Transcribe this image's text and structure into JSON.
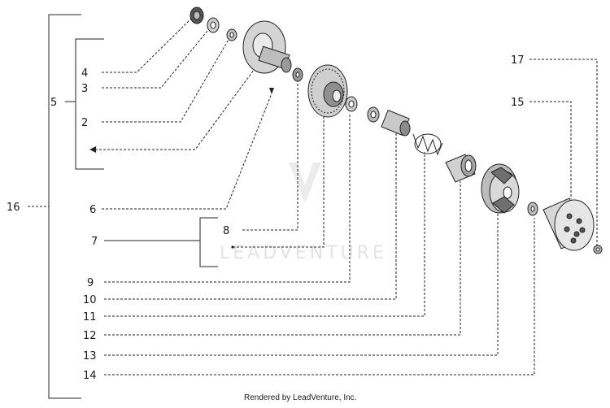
{
  "diagram": {
    "callouts": [
      {
        "id": "c4",
        "text": "4"
      },
      {
        "id": "c3",
        "text": "3"
      },
      {
        "id": "c5",
        "text": "5"
      },
      {
        "id": "c2",
        "text": "2"
      },
      {
        "id": "c16",
        "text": "16"
      },
      {
        "id": "c6",
        "text": "6"
      },
      {
        "id": "c8",
        "text": "8"
      },
      {
        "id": "c7",
        "text": "7"
      },
      {
        "id": "c9",
        "text": "9"
      },
      {
        "id": "c10",
        "text": "10"
      },
      {
        "id": "c11",
        "text": "11"
      },
      {
        "id": "c12",
        "text": "12"
      },
      {
        "id": "c13",
        "text": "13"
      },
      {
        "id": "c14",
        "text": "14"
      },
      {
        "id": "c17",
        "text": "17"
      },
      {
        "id": "c15",
        "text": "15"
      }
    ],
    "watermark": "LEADVENTURE",
    "footer": "Rendered by LeadVenture, Inc."
  },
  "colors": {
    "ink": "#222222",
    "part_fill": "#d9d9d9",
    "part_dark": "#8a8a8a",
    "watermark": "#e4e4e4"
  }
}
